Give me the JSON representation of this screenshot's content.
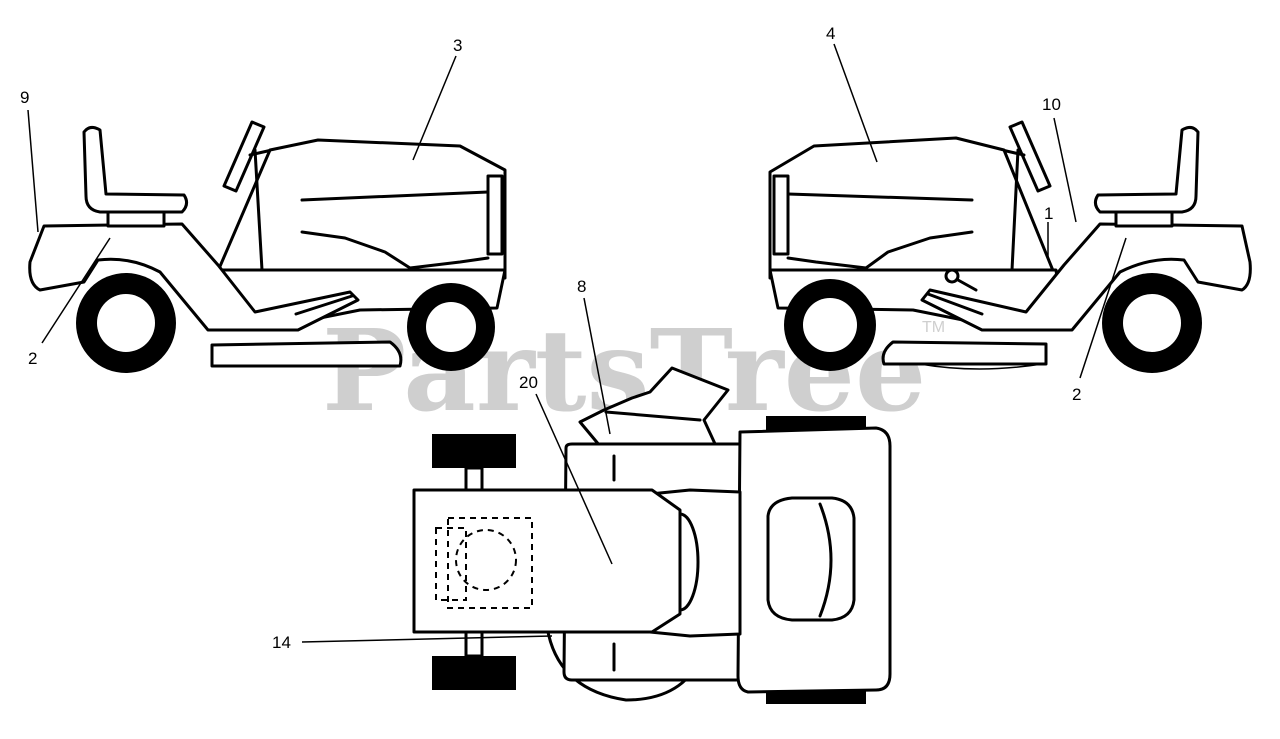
{
  "watermark": {
    "text": "PartsTree",
    "trademark": "TM"
  },
  "callouts": {
    "c3": "3",
    "c4": "4",
    "c9": "9",
    "c10": "10",
    "c1": "1",
    "c2_left": "2",
    "c2_right": "2",
    "c8": "8",
    "c20": "20",
    "c14": "14"
  }
}
